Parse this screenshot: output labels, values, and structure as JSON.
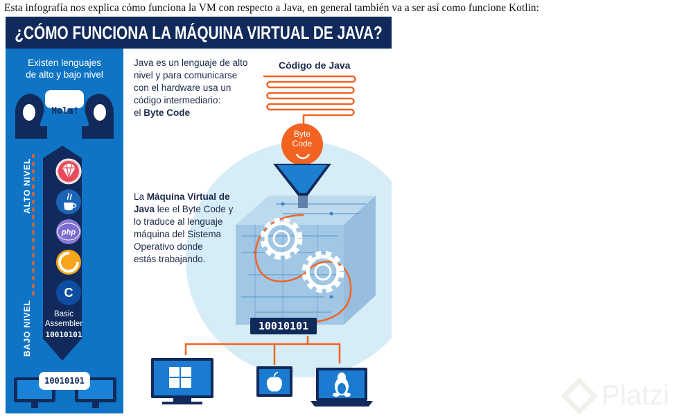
{
  "caption": "Esta infografía nos explica cómo funciona la VM con respecto a Java, en general también va a ser así como funcione Kotlin:",
  "infographic": {
    "title": "¿CÓMO FUNCIONA LA MÁQUINA VIRTUAL DE JAVA?",
    "left_panel": {
      "title_line1": "Existen lenguajes",
      "title_line2": "de alto y bajo nivel",
      "speech": "Hola!",
      "high_level_label": "ALTO NIVEL",
      "low_level_label": "BAJO NIVEL",
      "languages": [
        "ruby-icon",
        "java-icon",
        "php-icon",
        "csharp-icon",
        "c-icon"
      ],
      "php_label": "php",
      "c_label": "C",
      "basic_line1": "Basic",
      "basic_line2": "Assembler",
      "basic_binary": "10010101",
      "bottom_binary": "10010101"
    },
    "java_text": {
      "line1": "Java es un lenguaje de alto",
      "line2": "nivel y para comunicarse",
      "line3": "con el hardware usa un",
      "line4": "código intermediario:",
      "line5_prefix": "el ",
      "line5_bold": "Byte Code"
    },
    "code_title": "Código de Java",
    "byte_code_line1": "Byte",
    "byte_code_line2": "Code",
    "vm_text": {
      "line1_prefix": "La ",
      "line1_bold": "Máquina Virtual de",
      "line2_bold": "Java",
      "line2_rest": " lee el Byte Code y",
      "line3": "lo traduce al lenguaje",
      "line4": "máquina del Sistema",
      "line5": "Operativo donde",
      "line6": "estás trabajando."
    },
    "binary": "10010101",
    "os": [
      "windows-icon",
      "apple-icon",
      "linux-icon"
    ]
  },
  "watermark": "Platzi",
  "colors": {
    "dark_navy": "#112a5b",
    "panel_blue": "#0f74c5",
    "orange": "#f26322",
    "light_blue": "#d6ecf7"
  }
}
